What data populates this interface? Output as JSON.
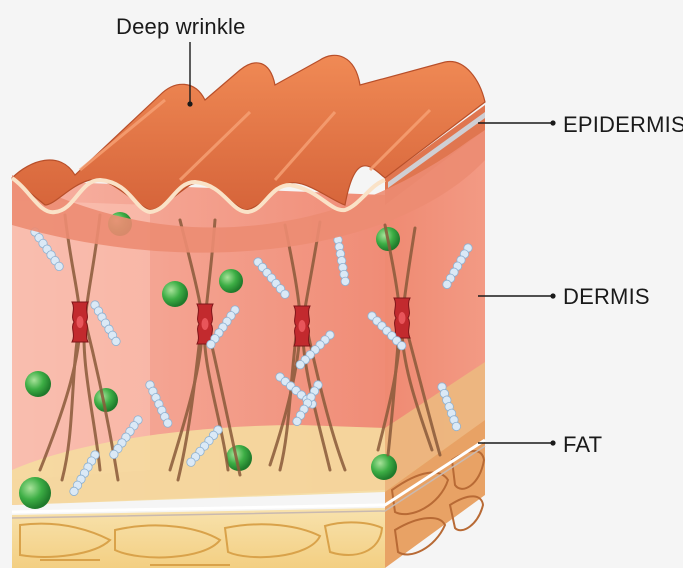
{
  "labels": {
    "wrinkle": "Deep wrinkle",
    "epidermis": "EPIDERMIS",
    "dermis": "DERMIS",
    "fat": "FAT"
  },
  "colors": {
    "background": "#f5f5f5",
    "epidermis_top": "#e0784a",
    "dermis": "#f29b86",
    "fat": "#f6dc9e",
    "green_cell": "#3dae45",
    "fibroblast": "#c22a2e",
    "collagen": "#cfe2f2",
    "hair": "#8a5a3a"
  },
  "icons": [
    "green-cell-icon",
    "fibroblast-icon",
    "collagen-fiber-icon"
  ]
}
